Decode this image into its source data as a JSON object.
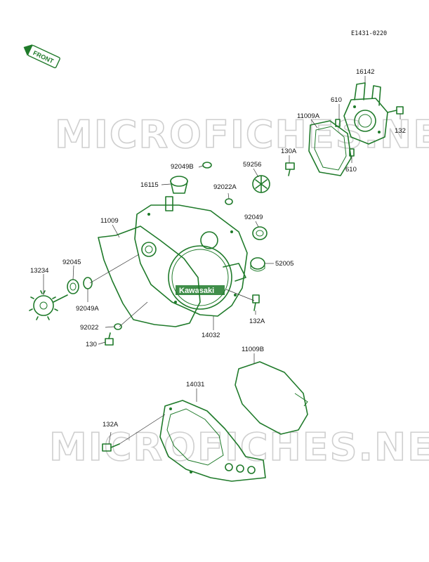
{
  "diagram_code": "E1431-0220",
  "front_badge": "FRONT",
  "watermark": [
    "MICROFICHES.NET",
    "MICROFICHES.NET"
  ],
  "logo_text": "Kawasaki",
  "colors": {
    "part_line": "#1f7a2a",
    "watermark": "#cfcfcf",
    "label": "#111111"
  },
  "parts": [
    {
      "id": "16142",
      "label": "16142"
    },
    {
      "id": "610a",
      "label": "610"
    },
    {
      "id": "11009A",
      "label": "11009A"
    },
    {
      "id": "132",
      "label": "132"
    },
    {
      "id": "130A",
      "label": "130A"
    },
    {
      "id": "610b",
      "label": "610"
    },
    {
      "id": "92049B",
      "label": "92049B"
    },
    {
      "id": "59256",
      "label": "59256"
    },
    {
      "id": "16115",
      "label": "16115"
    },
    {
      "id": "92022A",
      "label": "92022A"
    },
    {
      "id": "11009",
      "label": "11009"
    },
    {
      "id": "92049",
      "label": "92049"
    },
    {
      "id": "92045",
      "label": "92045"
    },
    {
      "id": "52005",
      "label": "52005"
    },
    {
      "id": "13234",
      "label": "13234"
    },
    {
      "id": "92049A",
      "label": "92049A"
    },
    {
      "id": "132A_top",
      "label": "132A"
    },
    {
      "id": "92022",
      "label": "92022"
    },
    {
      "id": "14032",
      "label": "14032"
    },
    {
      "id": "130",
      "label": "130"
    },
    {
      "id": "11009B",
      "label": "11009B"
    },
    {
      "id": "14031",
      "label": "14031"
    },
    {
      "id": "132A_bottom",
      "label": "132A"
    }
  ]
}
